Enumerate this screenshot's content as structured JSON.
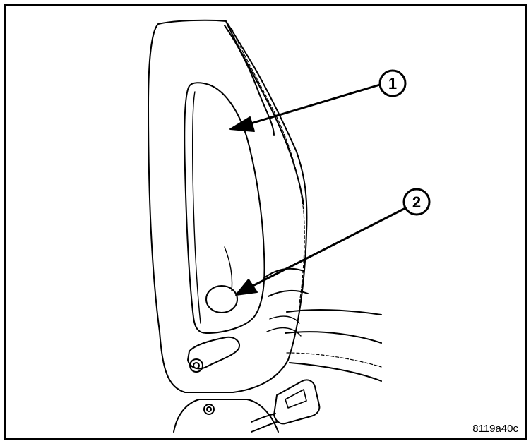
{
  "figure": {
    "id": "8119a40c"
  },
  "callouts": [
    {
      "label": "1"
    },
    {
      "label": "2"
    }
  ],
  "colors": {
    "line": "#000000",
    "background": "#ffffff"
  }
}
